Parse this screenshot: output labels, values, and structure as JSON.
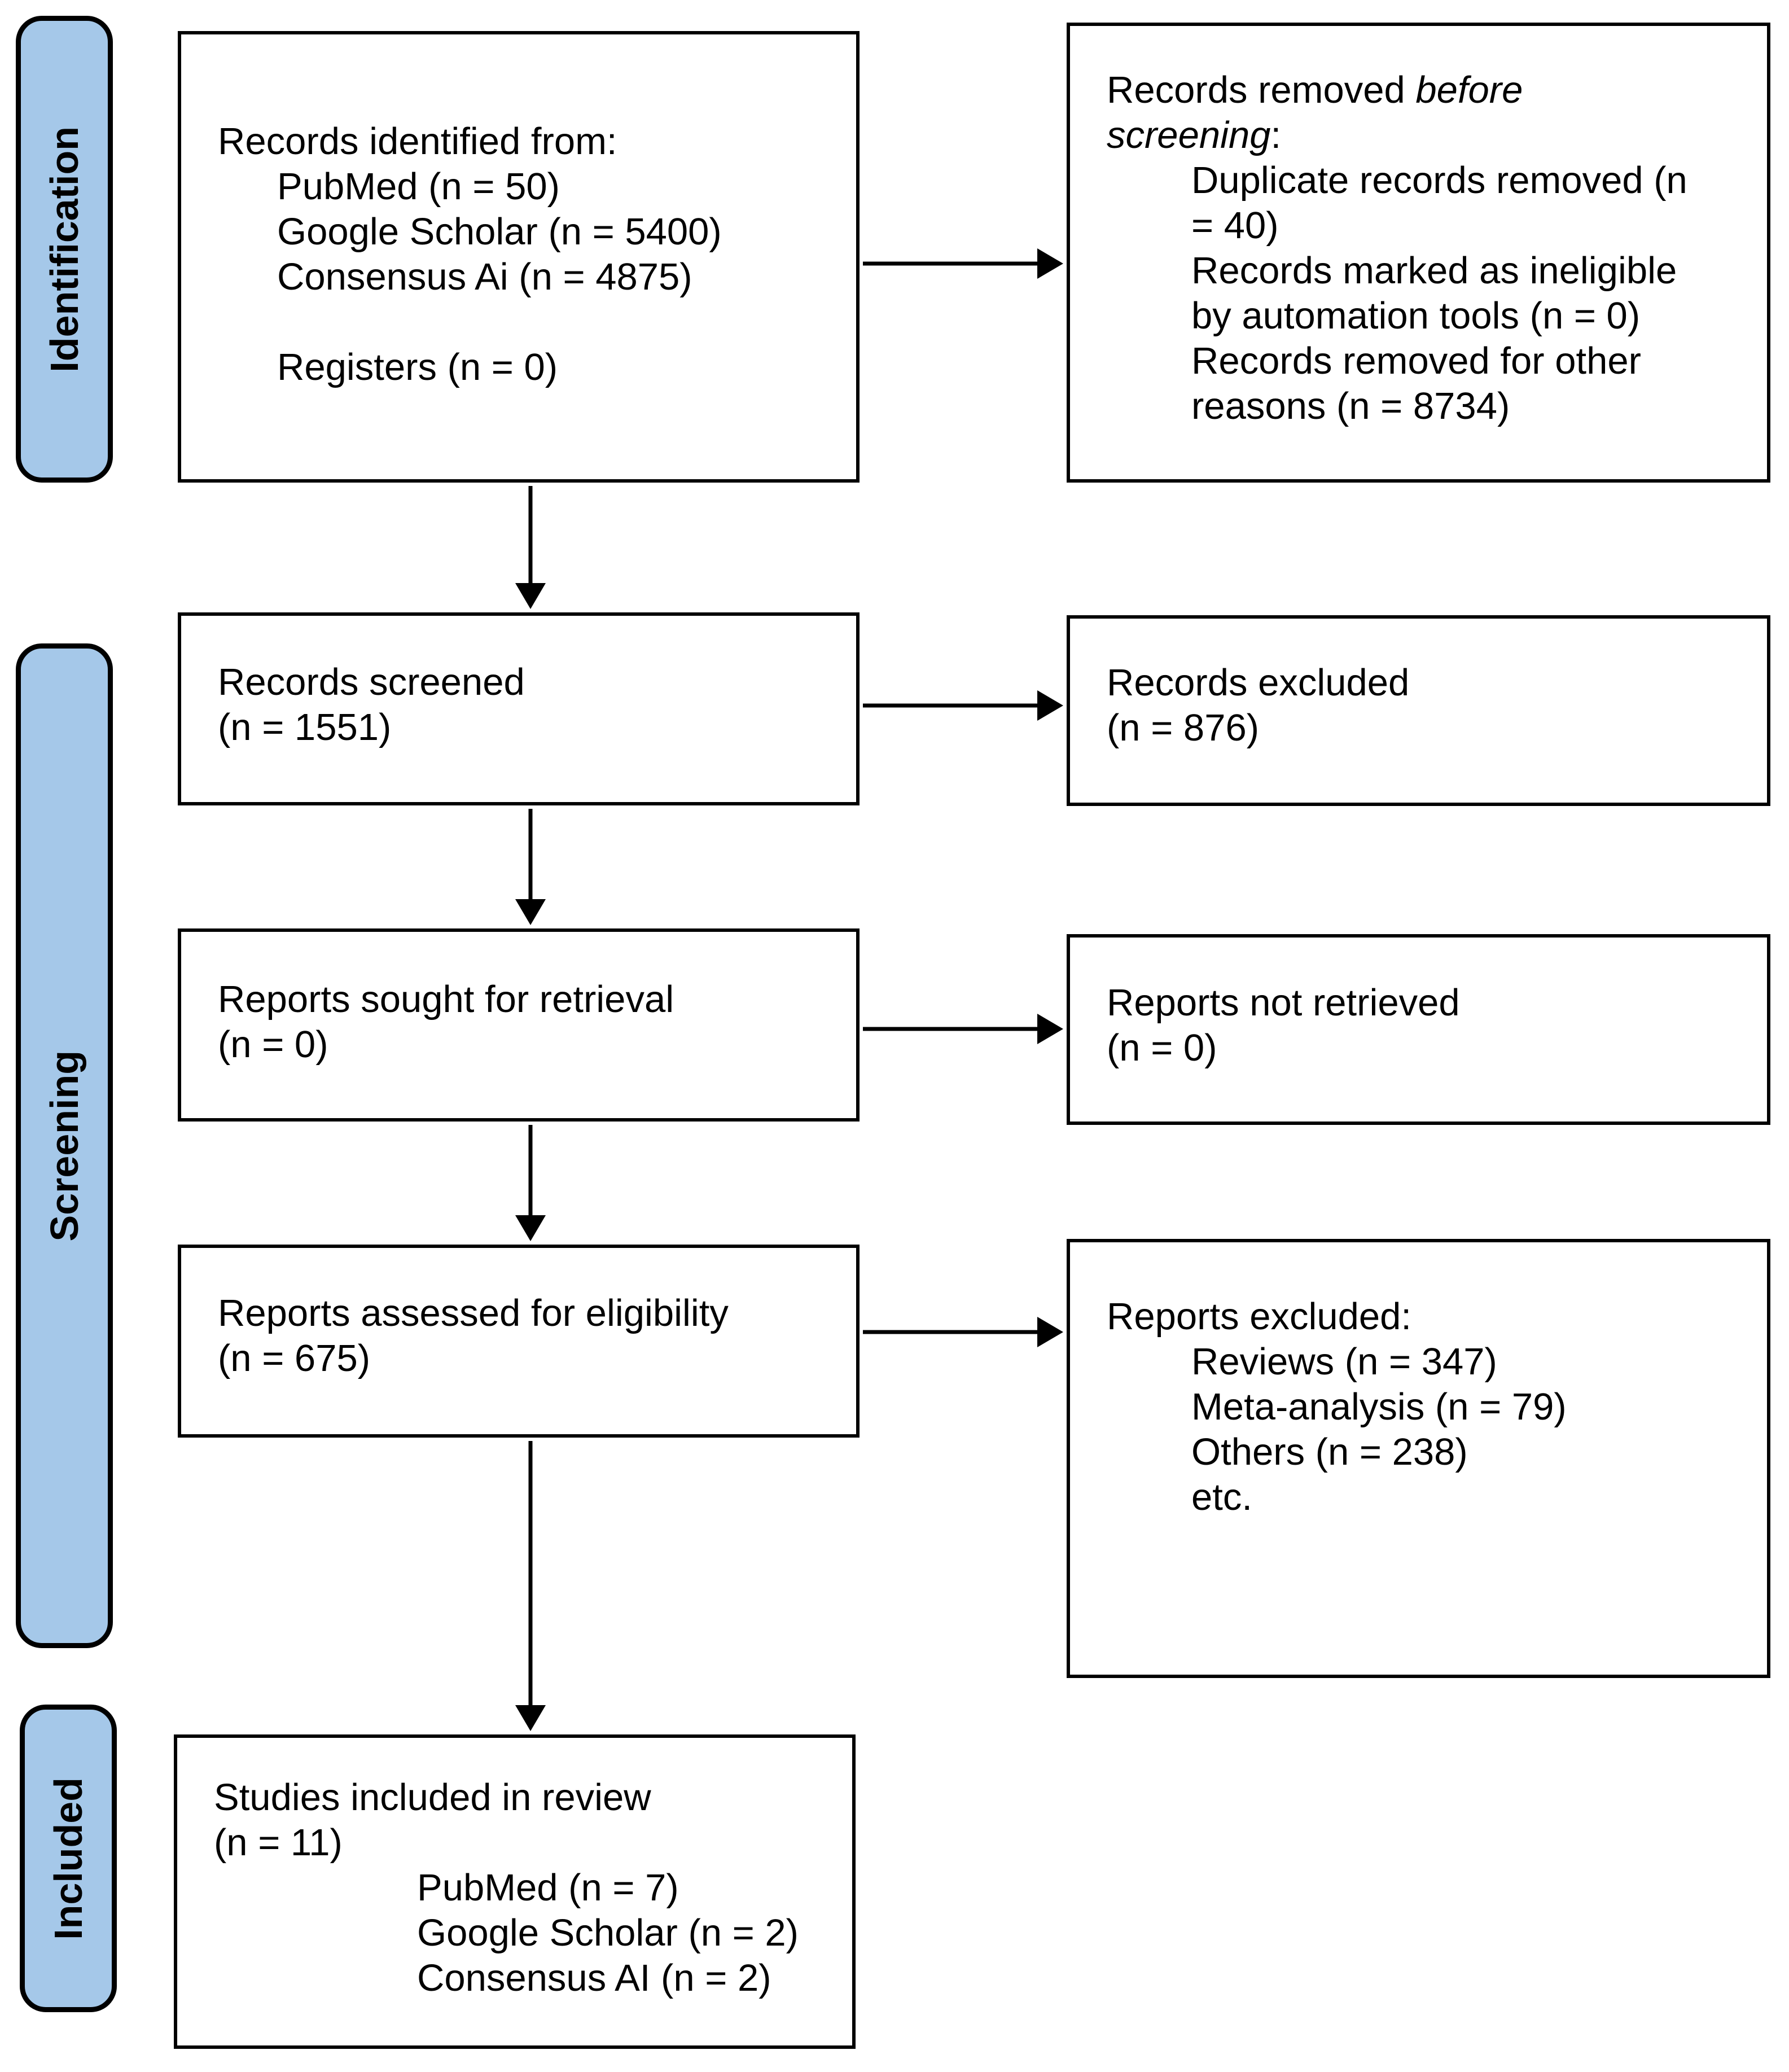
{
  "colors": {
    "sidebar_fill": "#A5C8E9",
    "border": "#000000",
    "background": "#FFFFFF"
  },
  "sidebar": [
    {
      "label": "Identification"
    },
    {
      "label": "Screening"
    },
    {
      "label": "Included"
    }
  ],
  "boxes": {
    "identified": {
      "lines": [
        "Records identified from:",
        "PubMed (n = 50)",
        "Google Scholar (n = 5400)",
        "Consensus Ai (n = 4875)",
        "",
        "Registers (n = 0)"
      ]
    },
    "removed_before_screening": {
      "title": {
        "normal": "Records removed ",
        "italic_line1": "before",
        "italic_line2": "screening",
        "suffix": ":"
      },
      "lines": [
        "Duplicate records removed (n",
        "= 40)",
        "Records marked as ineligible",
        "by automation tools (n = 0)",
        "Records removed for other",
        "reasons (n = 8734)"
      ]
    },
    "screened": {
      "lines": [
        "Records screened",
        "(n = 1551)"
      ]
    },
    "records_excluded": {
      "lines": [
        "Records excluded",
        "(n = 876)"
      ]
    },
    "sought": {
      "lines": [
        "Reports sought for retrieval",
        "(n = 0)"
      ]
    },
    "not_retrieved": {
      "lines": [
        "Reports not retrieved",
        "(n = 0)"
      ]
    },
    "assessed": {
      "lines": [
        "Reports assessed for eligibility",
        "(n = 675)"
      ]
    },
    "reports_excluded": {
      "title": "Reports excluded:",
      "lines": [
        "Reviews (n = 347)",
        "Meta-analysis (n = 79)",
        "Others (n = 238)",
        "etc."
      ]
    },
    "included_studies": {
      "lines": [
        "Studies included in review",
        "(n = 11)"
      ],
      "sub_lines": [
        "PubMed (n = 7)",
        "Google Scholar (n = 2)",
        "Consensus AI (n = 2)"
      ]
    }
  }
}
